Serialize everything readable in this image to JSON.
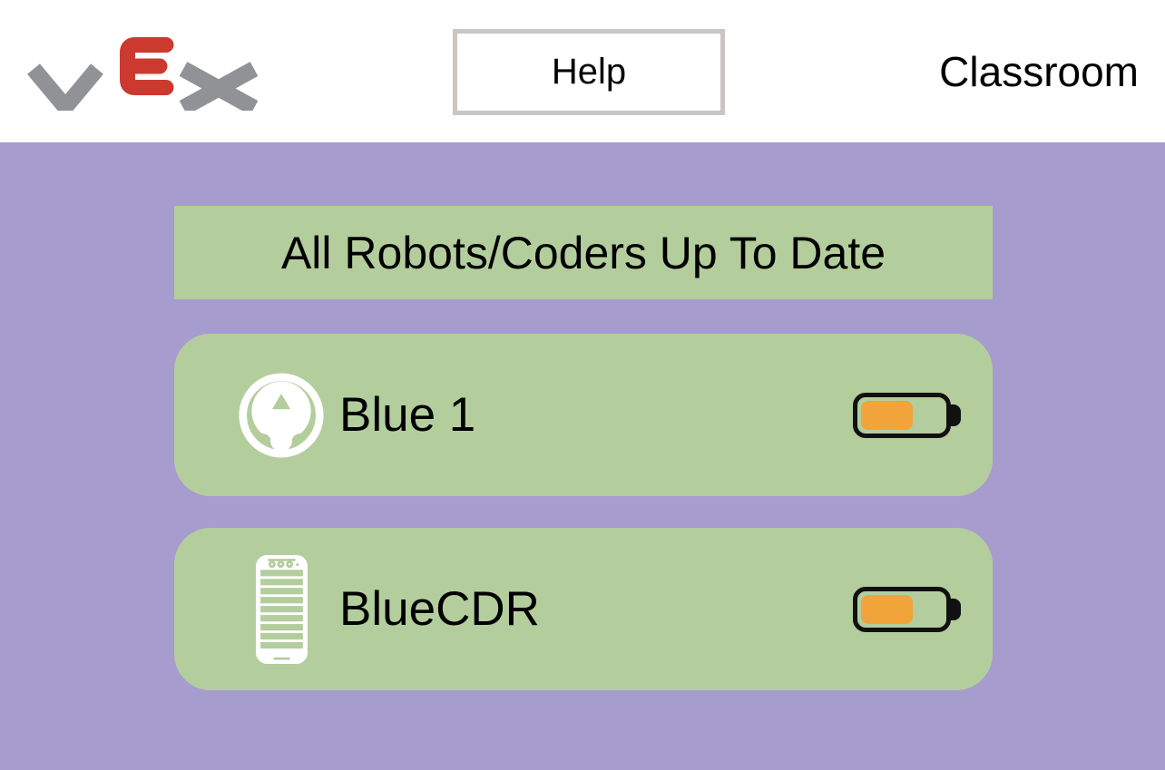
{
  "header": {
    "logo": "VEX",
    "help_button_label": "Help",
    "classroom_button_label": "Classroom"
  },
  "status_banner": {
    "text": "All Robots/Coders Up To Date"
  },
  "devices": [
    {
      "label": "Blue 1",
      "icon": "123-robot-icon",
      "battery_percent": 58
    },
    {
      "label": "BlueCDR",
      "icon": "coder-icon",
      "battery_percent": 58
    }
  ],
  "colors": {
    "background_purple": "#a69cce",
    "panel_green": "#b4cd9d",
    "header_white": "#ffffff",
    "battery_orange": "#f0a43a",
    "battery_outline": "#111111",
    "vex_gray": "#909295",
    "vex_red": "#cc392f",
    "help_border_gray": "#cbc5c2",
    "text_black": "#000000"
  }
}
